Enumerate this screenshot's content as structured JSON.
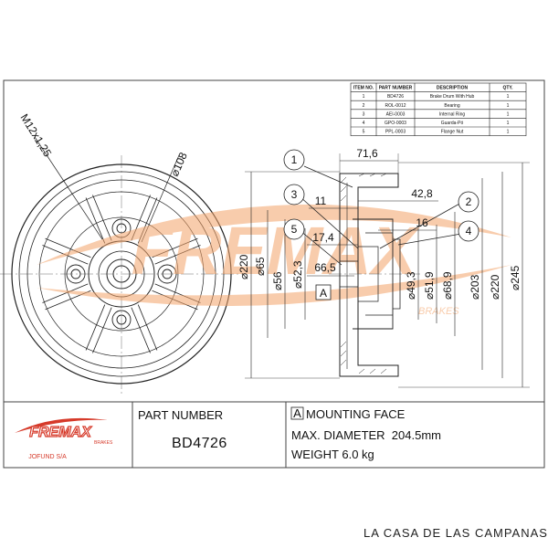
{
  "drawing": {
    "front_view": {
      "thread_label": "M12x1,25",
      "bolt_circle_label": "⌀108"
    },
    "section_view": {
      "callouts": [
        "1",
        "2",
        "3",
        "4",
        "5"
      ],
      "dimensions": {
        "width_total": "71,6",
        "hub_flange_offset": "42,8",
        "offset_11": "11",
        "offset_16": "16",
        "offset_17_4": "17,4",
        "depth_66_5": "66,5",
        "dia_220_left": "⌀220",
        "dia_65": "⌀65",
        "dia_56": "⌀56",
        "dia_52_3": "⌀52,3",
        "dia_49_3": "⌀49,3",
        "dia_51_9": "⌀51,9",
        "dia_68_9": "⌀68,9",
        "dia_203": "⌀203",
        "dia_220_right": "⌀220",
        "dia_245": "⌀245"
      },
      "mounting_face_marker": "A"
    },
    "watermark": {
      "brand": "FREMAX",
      "sub": "BRAKES"
    }
  },
  "parts_table": {
    "headers": [
      "ITEM NO.",
      "PART NUMBER",
      "DESCRIPTION",
      "QTY."
    ],
    "rows": [
      [
        "1",
        "BD4726",
        "Brake Drum With Hub",
        "1"
      ],
      [
        "2",
        "ROL-0012",
        "Bearing",
        "1"
      ],
      [
        "3",
        "AEI-0003",
        "Internal Ring",
        "1"
      ],
      [
        "4",
        "GPO-0003",
        "Guarda-Pó",
        "1"
      ],
      [
        "5",
        "PPL-0003",
        "Flange Nut",
        "1"
      ]
    ]
  },
  "title_block": {
    "logo_text": "FREMAX",
    "logo_sub": "BRAKES",
    "company": "JOFUND S/A",
    "part_number_label": "PART NUMBER",
    "part_number": "BD4726",
    "mounting_marker": "A",
    "mounting_face": "MOUNTING FACE",
    "max_diameter": "MAX. DIAMETER  204.5mm",
    "weight": "WEIGHT 6.0 kg"
  },
  "footer_text": "LA CASA DE LAS CAMPANAS",
  "colors": {
    "watermark": "#f4a46a",
    "logo_red": "#d63a2a",
    "line": "#222222"
  }
}
